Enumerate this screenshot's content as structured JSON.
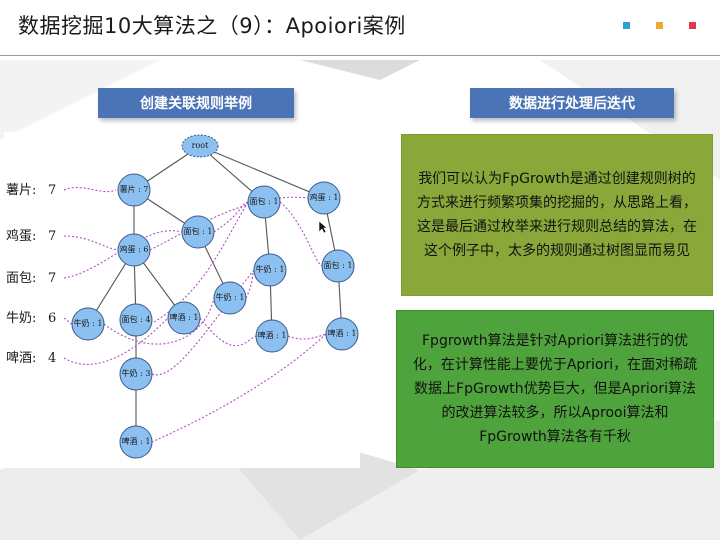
{
  "slide": {
    "title": "数据挖掘10大算法之（9）：Apoiori案例",
    "accent_colors": [
      "#2aa0d6",
      "#f0a830",
      "#e03850"
    ]
  },
  "headers": {
    "left": "创建关联规则举例",
    "right": "数据进行处理后迭代"
  },
  "tree": {
    "root": "root",
    "counts": [
      {
        "item": "薯片:",
        "count": "7"
      },
      {
        "item": "鸡蛋:",
        "count": "7"
      },
      {
        "item": "面包:",
        "count": "7"
      },
      {
        "item": "牛奶:",
        "count": "6"
      },
      {
        "item": "啤酒:",
        "count": "4"
      }
    ],
    "nodes": [
      {
        "id": "n1",
        "label": "薯片 : 7"
      },
      {
        "id": "n2",
        "label": "面包 : 1"
      },
      {
        "id": "n3",
        "label": "鸡蛋 : 1"
      },
      {
        "id": "n4",
        "label": "鸡蛋 : 6"
      },
      {
        "id": "n5",
        "label": "面包 : 1"
      },
      {
        "id": "n6",
        "label": "牛奶 : 1"
      },
      {
        "id": "n7",
        "label": "面包 : 1"
      },
      {
        "id": "n8",
        "label": "牛奶 : 1"
      },
      {
        "id": "n9",
        "label": "面包 : 4"
      },
      {
        "id": "n10",
        "label": "啤酒 : 1"
      },
      {
        "id": "n11",
        "label": "牛奶 : 1"
      },
      {
        "id": "n12",
        "label": "啤酒 : 1"
      },
      {
        "id": "n13",
        "label": "啤酒 : 1"
      },
      {
        "id": "n14",
        "label": "牛奶 : 3"
      },
      {
        "id": "n15",
        "label": "啤酒 : 1"
      }
    ]
  },
  "boxes": {
    "top_text": "我们可以认为FpGrowth是通过创建规则树的方式来进行频繁项集的挖掘的，从思路上看，这是最后通过枚举来进行规则总结的算法，在这个例子中，太多的规则通过树图显而易见",
    "bottom_text": "Fpgrowth算法是针对Apriori算法进行的优化，在计算性能上要优于Apriori，在面对稀疏数据上FpGrowth优势巨大，但是Apriori算法的改进算法较多，所以Aprooi算法和FpGrowth算法各有千秋"
  }
}
